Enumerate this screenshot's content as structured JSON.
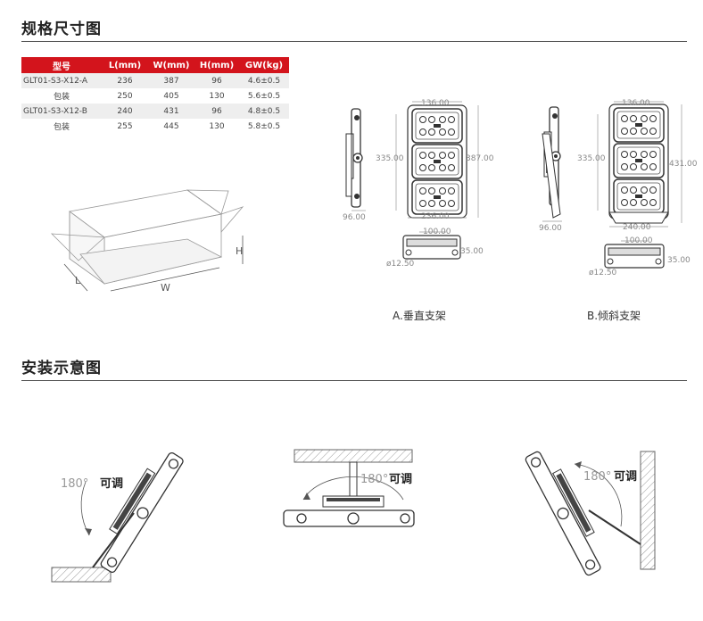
{
  "sections": {
    "spec_title": "规格尺寸图",
    "install_title": "安装示意图"
  },
  "table": {
    "headers": [
      "型号",
      "L(mm)",
      "W(mm)",
      "H(mm)",
      "GW(kg)"
    ],
    "rows": [
      [
        "GLT01-S3-X12-A",
        "236",
        "387",
        "96",
        "4.6±0.5"
      ],
      [
        "包装",
        "250",
        "405",
        "130",
        "5.6±0.5"
      ],
      [
        "GLT01-S3-X12-B",
        "240",
        "431",
        "96",
        "4.8±0.5"
      ],
      [
        "包装",
        "255",
        "445",
        "130",
        "5.8±0.5"
      ]
    ]
  },
  "box_labels": {
    "h": "H",
    "l": "L",
    "w": "W"
  },
  "drawing_a": {
    "caption": "A.垂直支架",
    "top_width": "136.00",
    "height_inner": "335.00",
    "height_total": "387.00",
    "bottom_width": "236.00",
    "side_depth": "96.00",
    "bottom_view_width": "100.00",
    "bottom_view_height": "35.00",
    "hole": "ø12.50"
  },
  "drawing_b": {
    "caption": "B.倾斜支架",
    "top_width": "136.00",
    "height_inner": "335.00",
    "height_total": "431.00",
    "bottom_width": "240.00",
    "side_depth": "96.00",
    "bottom_view_width": "100.00",
    "bottom_view_height": "35.00",
    "hole": "ø12.50"
  },
  "install": {
    "angle": "180°",
    "adjust": "可调"
  },
  "colors": {
    "accent": "#d3141c",
    "row_alt": "#eeeeee",
    "rule": "#555555"
  }
}
